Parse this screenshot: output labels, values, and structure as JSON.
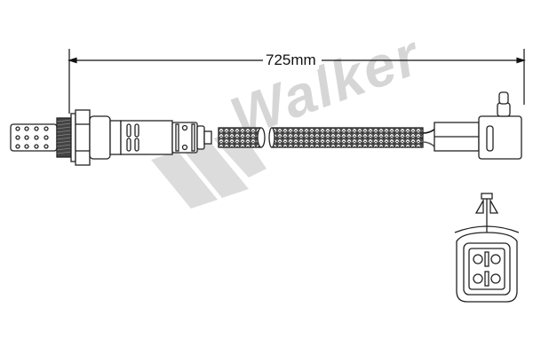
{
  "diagram": {
    "subject": "Oxygen sensor with wiring harness and connector",
    "dimension": {
      "label": "725mm",
      "description": "overall length from sensor shoulder to connector"
    },
    "watermark": {
      "text": "Walker"
    },
    "parts": [
      {
        "id": "sensor-tip",
        "label": "perforated sensor tip"
      },
      {
        "id": "thread",
        "label": "threaded mounting"
      },
      {
        "id": "hex-nut",
        "label": "hex body"
      },
      {
        "id": "sensor-body",
        "label": "sensor body"
      },
      {
        "id": "braided-cable",
        "label": "braided wire sleeve"
      },
      {
        "id": "wires",
        "label": "exposed wires"
      },
      {
        "id": "connector",
        "label": "connector housing"
      },
      {
        "id": "connector-face",
        "label": "4-pin connector face view"
      }
    ],
    "connector_pins": 4,
    "colors": {
      "line": "#222222",
      "watermark": "#d6d6d6",
      "background": "#ffffff"
    }
  }
}
